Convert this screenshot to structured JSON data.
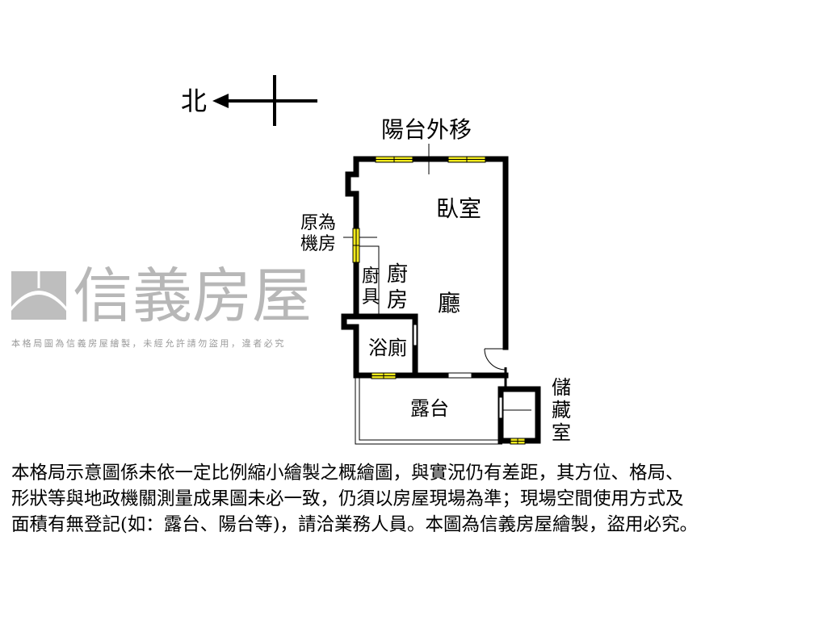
{
  "compass": {
    "north_label": "北"
  },
  "rooms": {
    "balcony_moved": "陽台外移",
    "bedroom": "臥室",
    "former_machine_room": [
      "原為",
      "機房"
    ],
    "kitchen_cabinet": [
      "廚",
      "具"
    ],
    "kitchen": [
      "廚",
      "房"
    ],
    "living_room": "廳",
    "bathroom": "浴廁",
    "terrace": "露台",
    "storage": [
      "儲",
      "藏",
      "室"
    ]
  },
  "watermark": {
    "brand": "信義房屋",
    "notice": "本格局圖為信義房屋繪製，未經允許請勿盜用，違者必究"
  },
  "disclaimer": {
    "lines": [
      "本格局示意圖係未依一定比例縮小繪製之概繪圖，與實況仍有差距，其方位、格局、",
      "形狀等與地政機關測量成果圖未必一致，仍須以房屋現場為準；現場空間使用方式及",
      "面積有無登記(如：露台、陽台等)，請洽業務人員。本圖為信義房屋繪製，盜用必究。"
    ]
  },
  "colors": {
    "wall": "#000000",
    "window": "#f2ea1c",
    "watermark": "#9a9a9a"
  }
}
